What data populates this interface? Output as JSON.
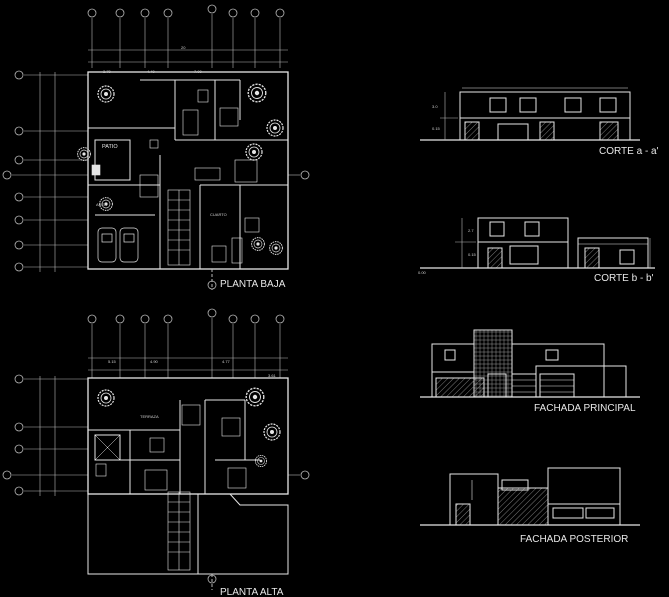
{
  "drawing": {
    "plan_ground_label": "PLANTA BAJA",
    "plan_upper_label": "PLANTA ALTA",
    "section_a_label": "CORTE a - a'",
    "section_b_label": "CORTE b - b'",
    "facade_front_label": "FACHADA PRINCIPAL",
    "facade_rear_label": "FACHADA POSTERIOR",
    "room_patio": "PATIO"
  },
  "colors": {
    "background": "#000000",
    "line": "#e6e6e6",
    "dim": "#b8b8b8",
    "hatch": "#9a9a9a"
  }
}
